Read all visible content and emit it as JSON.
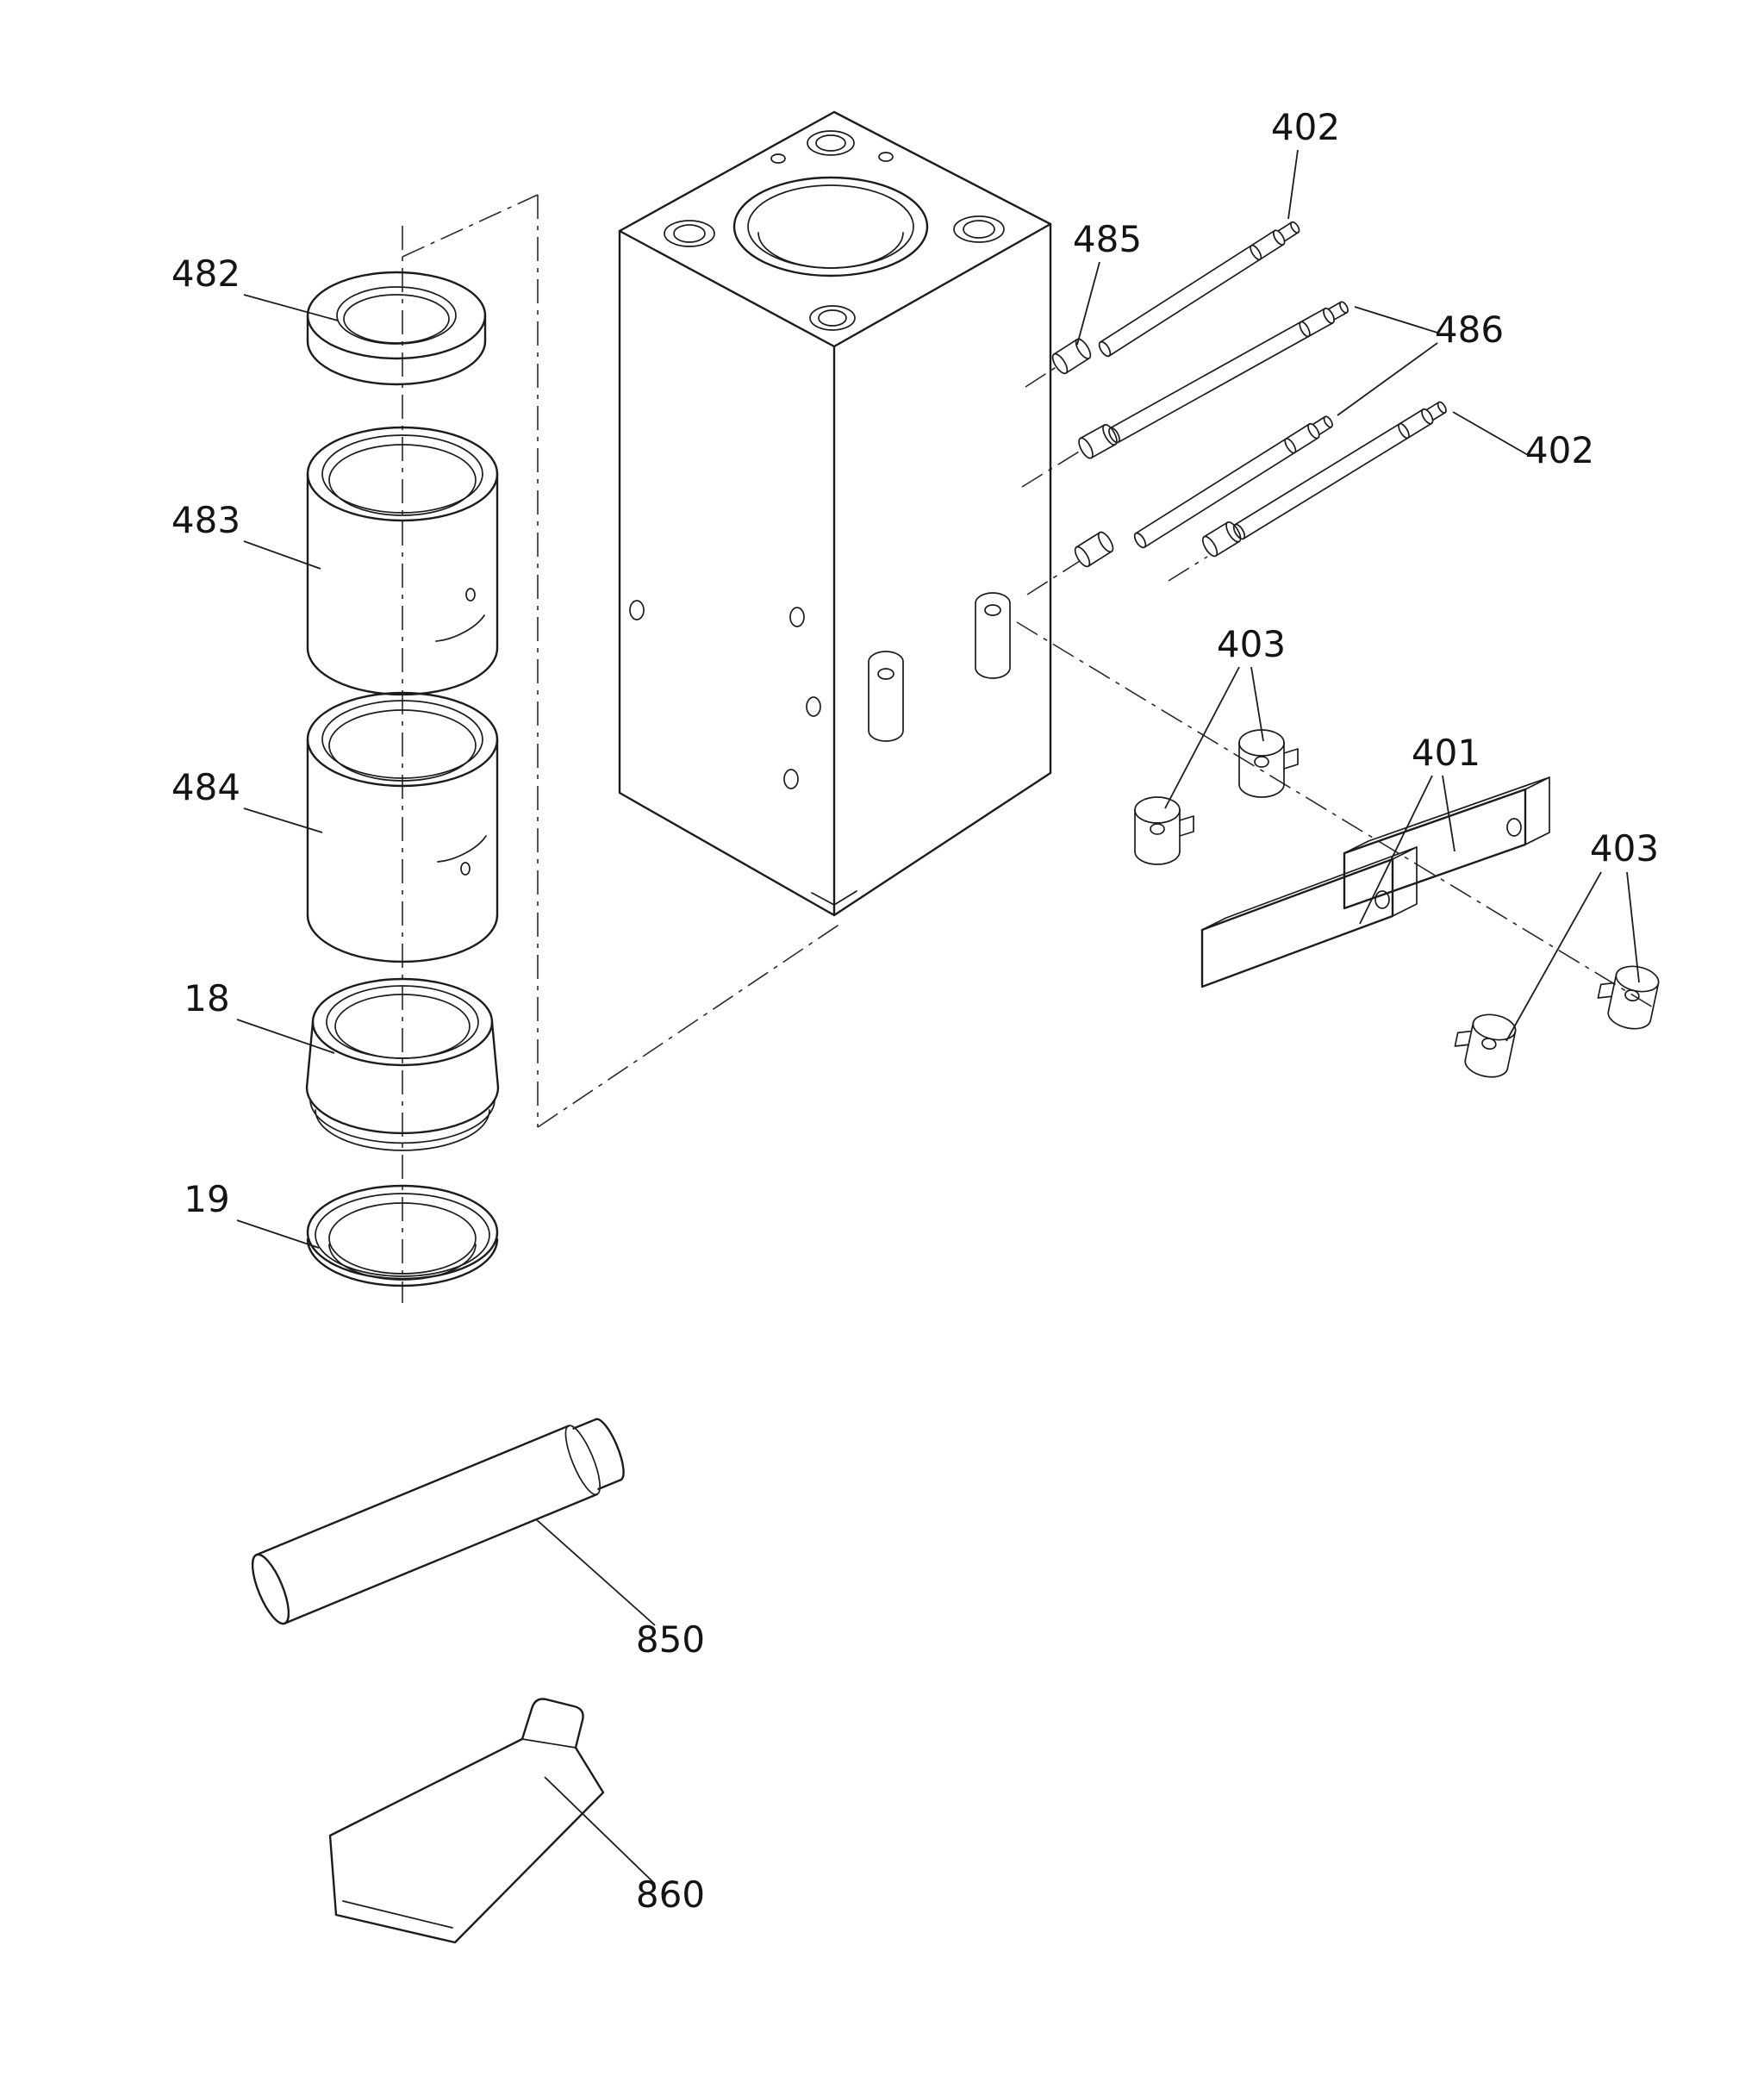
{
  "figure": {
    "type": "exploded-parts-diagram",
    "background": "#ffffff",
    "line_color": "#1c1c1c",
    "labels": {
      "482": "482",
      "483": "483",
      "484": "484",
      "18": "18",
      "19": "19",
      "402a": "402",
      "485": "485",
      "486": "486",
      "402b": "402",
      "403a": "403",
      "401": "401",
      "403b": "403",
      "850": "850",
      "860": "860"
    }
  }
}
